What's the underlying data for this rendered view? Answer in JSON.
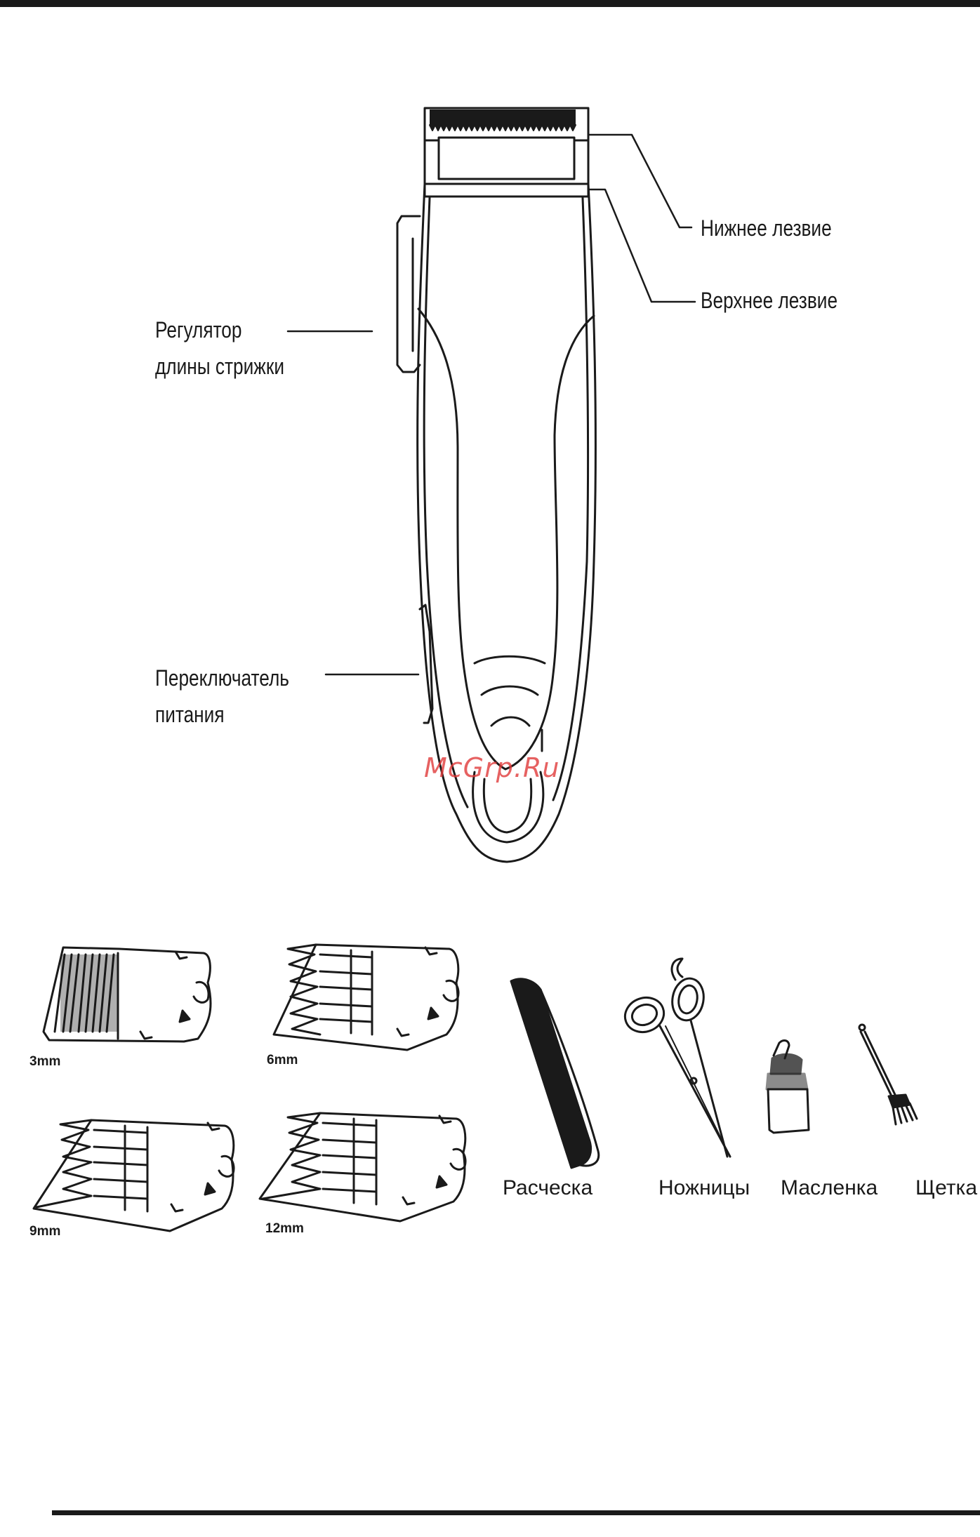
{
  "labels": {
    "lower_blade": "Нижнее лезвие",
    "upper_blade": "Верхнее лезвие",
    "length_regulator_line1": "Регулятор",
    "length_regulator_line2": "длины стрижки",
    "power_switch_line1": "Переключатель",
    "power_switch_line2": "питания"
  },
  "watermark": "McGrp.Ru",
  "attachments": [
    "3mm",
    "6mm",
    "9mm",
    "12mm"
  ],
  "accessories": {
    "comb": "Расческа",
    "scissors": "Ножницы",
    "oiler": "Масленка",
    "brush": "Щетка"
  }
}
